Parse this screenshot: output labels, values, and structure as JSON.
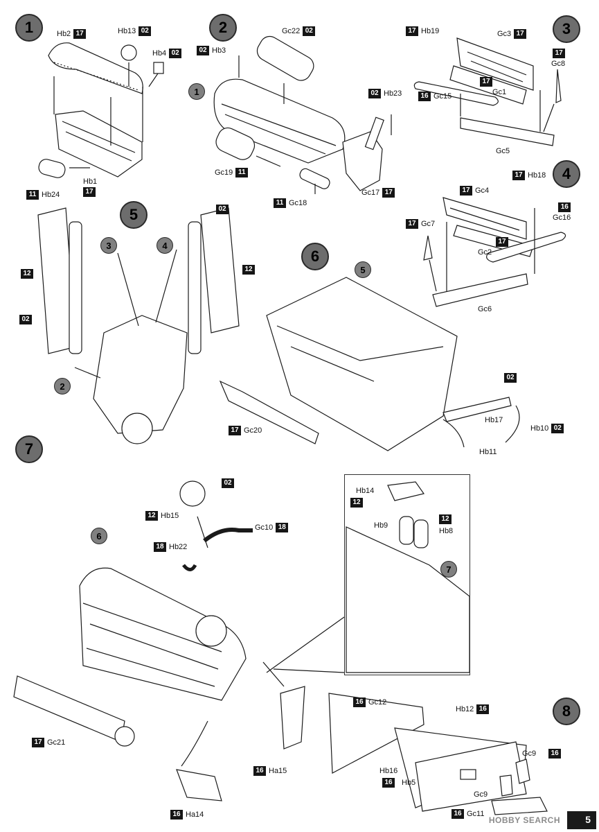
{
  "steps": [
    "1",
    "2",
    "3",
    "4",
    "5",
    "6",
    "7",
    "8"
  ],
  "subrefs": {
    "s2_ref": "1",
    "s5_ref_a": "3",
    "s5_ref_b": "4",
    "s5_ref_c": "2",
    "s6_ref": "5",
    "s7_ref": "6",
    "s7_inset_ref": "7"
  },
  "labels": {
    "l1": {
      "part": "Hb2",
      "sprue": "17"
    },
    "l2": {
      "part": "Hb13",
      "sprue": "02"
    },
    "l3": {
      "part": "Hb4",
      "sprue": "02"
    },
    "l4": {
      "part": "Hb1",
      "sprue": "17"
    },
    "l5": {
      "part": "Hb24",
      "sprue": "11"
    },
    "l6": {
      "part": "Hb3",
      "sprue": "02"
    },
    "l7": {
      "part": "Gc22",
      "sprue": "02"
    },
    "l8": {
      "part": "Hb23",
      "sprue": "02"
    },
    "l9": {
      "part": "Gc19",
      "sprue": "11"
    },
    "l10": {
      "part": "Gc18",
      "sprue": "11"
    },
    "l11": {
      "part": "Gc17",
      "sprue": "17"
    },
    "l12": {
      "part": "Hb19",
      "sprue": "17"
    },
    "l13": {
      "part": "Gc3",
      "sprue": "17"
    },
    "l14": {
      "part": "Gc8",
      "sprue": "17"
    },
    "l15": {
      "part": "Gc1",
      "sprue": "17"
    },
    "l16": {
      "part": "Gc15",
      "sprue": "16"
    },
    "l17": {
      "part": "Gc5",
      "sprue": ""
    },
    "l18": {
      "part": "Hb18",
      "sprue": "17"
    },
    "l19": {
      "part": "Gc4",
      "sprue": "17"
    },
    "l20": {
      "part": "Gc16",
      "sprue": "16"
    },
    "l21": {
      "part": "Gc7",
      "sprue": "17"
    },
    "l22": {
      "part": "Gc2",
      "sprue": "17"
    },
    "l23": {
      "part": "Gc6",
      "sprue": ""
    },
    "l24": {
      "part": "",
      "sprue": "02"
    },
    "l25": {
      "part": "",
      "sprue": "12"
    },
    "l26": {
      "part": "",
      "sprue": "12"
    },
    "l27": {
      "part": "",
      "sprue": "02"
    },
    "l28": {
      "part": "Gc20",
      "sprue": "17"
    },
    "l29": {
      "part": "",
      "sprue": "02"
    },
    "l30": {
      "part": "Hb17",
      "sprue": ""
    },
    "l31": {
      "part": "Hb10",
      "sprue": "02"
    },
    "l32": {
      "part": "Hb11",
      "sprue": ""
    },
    "l33": {
      "part": "",
      "sprue": "02"
    },
    "l34": {
      "part": "Hb15",
      "sprue": "12"
    },
    "l35": {
      "part": "Gc10",
      "sprue": "18"
    },
    "l36": {
      "part": "Hb22",
      "sprue": "18"
    },
    "l37": {
      "part": "Gc21",
      "sprue": "17"
    },
    "l38": {
      "part": "Ha15",
      "sprue": "16"
    },
    "l39": {
      "part": "Ha14",
      "sprue": "16"
    },
    "l40": {
      "part": "Hb14",
      "sprue": "12"
    },
    "l41": {
      "part": "Hb9",
      "sprue": ""
    },
    "l42": {
      "part": "Hb8",
      "sprue": "12"
    },
    "l43": {
      "part": "Gc12",
      "sprue": "16"
    },
    "l44": {
      "part": "Hb12",
      "sprue": "16"
    },
    "l45": {
      "part": "Gc9",
      "sprue": "16"
    },
    "l46": {
      "part": "Hb16",
      "sprue": ""
    },
    "l47": {
      "part": "Hb5",
      "sprue": "16"
    },
    "l48": {
      "part": "Gc9",
      "sprue": ""
    },
    "l49": {
      "part": "Gc11",
      "sprue": "16"
    }
  },
  "watermark": "HOBBY SEARCH",
  "page_number": "5"
}
